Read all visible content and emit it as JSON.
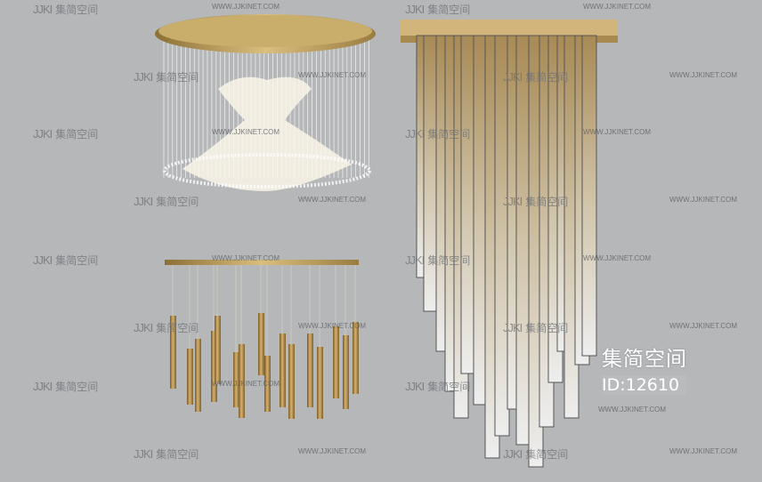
{
  "watermark": {
    "logo": "JJKI",
    "brand": "集简空间",
    "url": "WWW.JJKINET.COM"
  },
  "badge": {
    "brand": "集简空间",
    "id": "ID:12610"
  },
  "colors": {
    "background": "#b5b7b9",
    "gold": "#b89a5a",
    "brass": "#a8823e",
    "glass": "#d8cbb0"
  }
}
